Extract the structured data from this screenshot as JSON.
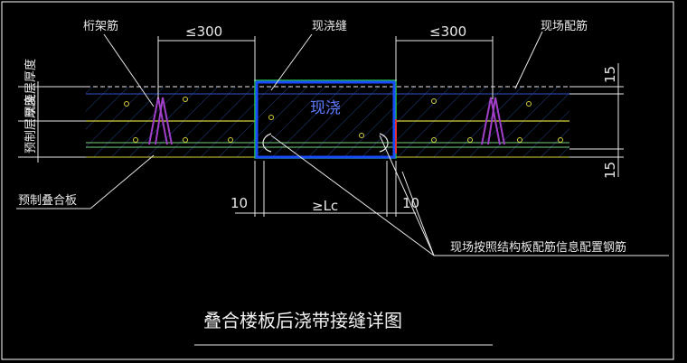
{
  "labels": {
    "truss_rebar": "桁架筋",
    "cast_seam": "现浇缝",
    "onsite_rebar": "现场配筋",
    "cast_in_place": "现浇",
    "cast_thickness": "现浇层厚度",
    "precast_thickness": "预制层厚度",
    "precast_panel": "预制叠合板",
    "rebar_note": "现场按照结构板配筋信息配置钢筋"
  },
  "dimensions": {
    "spacing_left": "≤300",
    "spacing_right": "≤300",
    "gap_left": "10",
    "gap_right": "10",
    "lap_length": "≥Lc",
    "thickness_top": "15",
    "thickness_bottom": "15"
  },
  "title": "叠合楼板后浇带接缝详图",
  "colors": {
    "background": "#000000",
    "cast_band_border": "#1a4cff",
    "cast_band_inner": "#22c04a",
    "hatch": "#2a4a9a",
    "rebar_yellow": "#d6d23a",
    "rebar_green": "#7ad07a",
    "truss_magenta": "#a040c8",
    "lines": "#e8e8e8",
    "red_mark": "#e03030"
  }
}
